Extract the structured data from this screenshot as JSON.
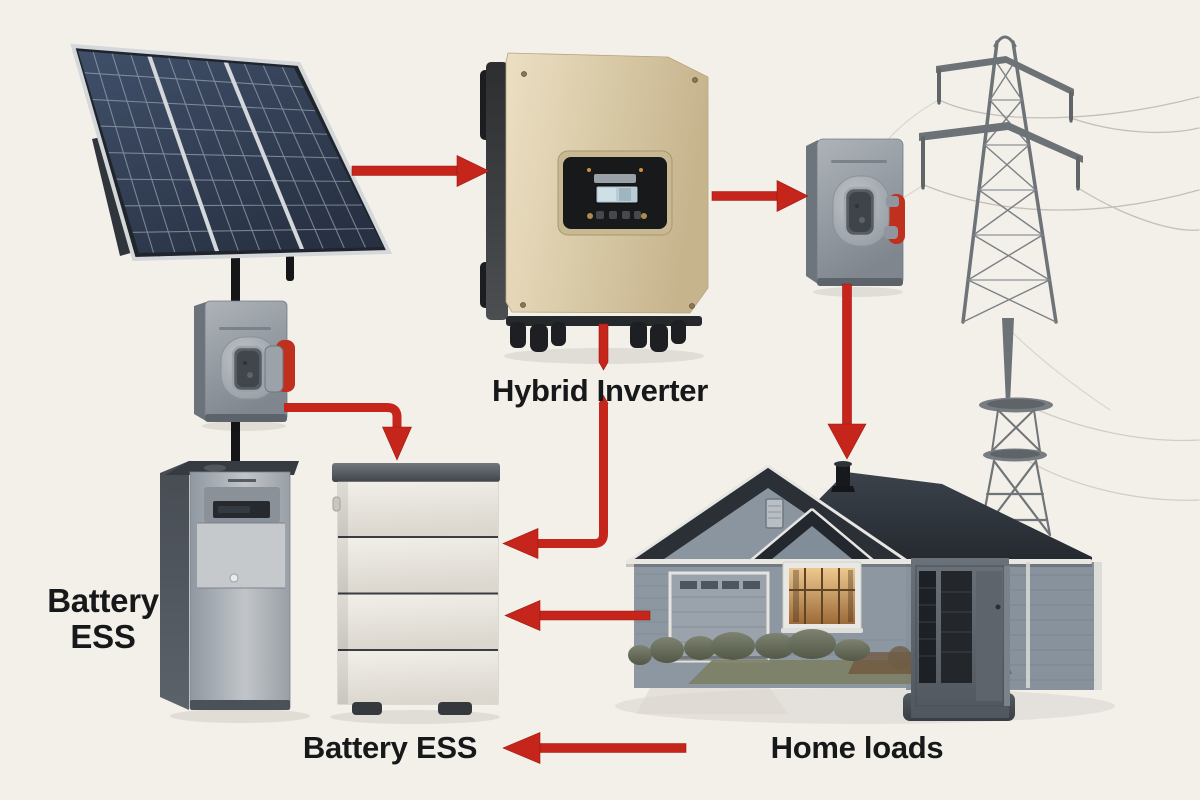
{
  "diagram": {
    "title": "Hybrid solar inverter energy system diagram",
    "background_color": "#f3f0ea",
    "arrow_color": "#c5251a",
    "text_color": "#17181a",
    "labels": {
      "hybrid_inverter": "Hybrid Inverter",
      "battery_ess_side_line1": "Battery",
      "battery_ess_side_line2": "ESS",
      "battery_ess_bottom": "Battery ESS",
      "home_loads": "Home loads"
    },
    "components": [
      {
        "id": "solar-panel-array"
      },
      {
        "id": "hybrid-inverter"
      },
      {
        "id": "disconnect-switch-left"
      },
      {
        "id": "disconnect-switch-right"
      },
      {
        "id": "battery-ess-cabinet"
      },
      {
        "id": "battery-ess-stack"
      },
      {
        "id": "utility-transmission-tower"
      },
      {
        "id": "home-loads-house"
      }
    ],
    "flows": [
      {
        "from": "solar-panel-array",
        "to": "hybrid-inverter"
      },
      {
        "from": "hybrid-inverter",
        "to": "disconnect-switch-right"
      },
      {
        "from": "disconnect-switch-right",
        "to": "home-loads-house"
      },
      {
        "from": "hybrid-inverter",
        "to": "battery-ess-stack"
      },
      {
        "from": "disconnect-switch-left",
        "to": "battery-ess-stack"
      },
      {
        "from": "home-loads-house",
        "to": "battery-ess-stack"
      },
      {
        "from": "home_loads_label",
        "to": "battery_ess_bottom_label"
      }
    ],
    "colors": {
      "inverter_body": "#d8c9a6",
      "solar_cell": "#33405a",
      "gray_box": "#9aa1a8",
      "battery_white": "#e9e6df",
      "battery_gray": "#aab0b6",
      "roof": "#2c3137",
      "wall": "#8c97a1",
      "handle_red": "#c0301f",
      "window_glow": "#d9a96b"
    }
  }
}
